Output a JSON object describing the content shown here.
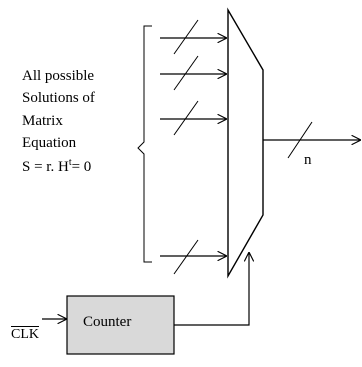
{
  "label": {
    "lines": [
      "All possible",
      "Solutions of",
      "Matrix",
      "Equation"
    ],
    "equation": {
      "left": "S = r. H",
      "superscript": "t",
      "right": "= 0"
    }
  },
  "output_width": "n",
  "counter": "Counter",
  "clock": "CLK"
}
